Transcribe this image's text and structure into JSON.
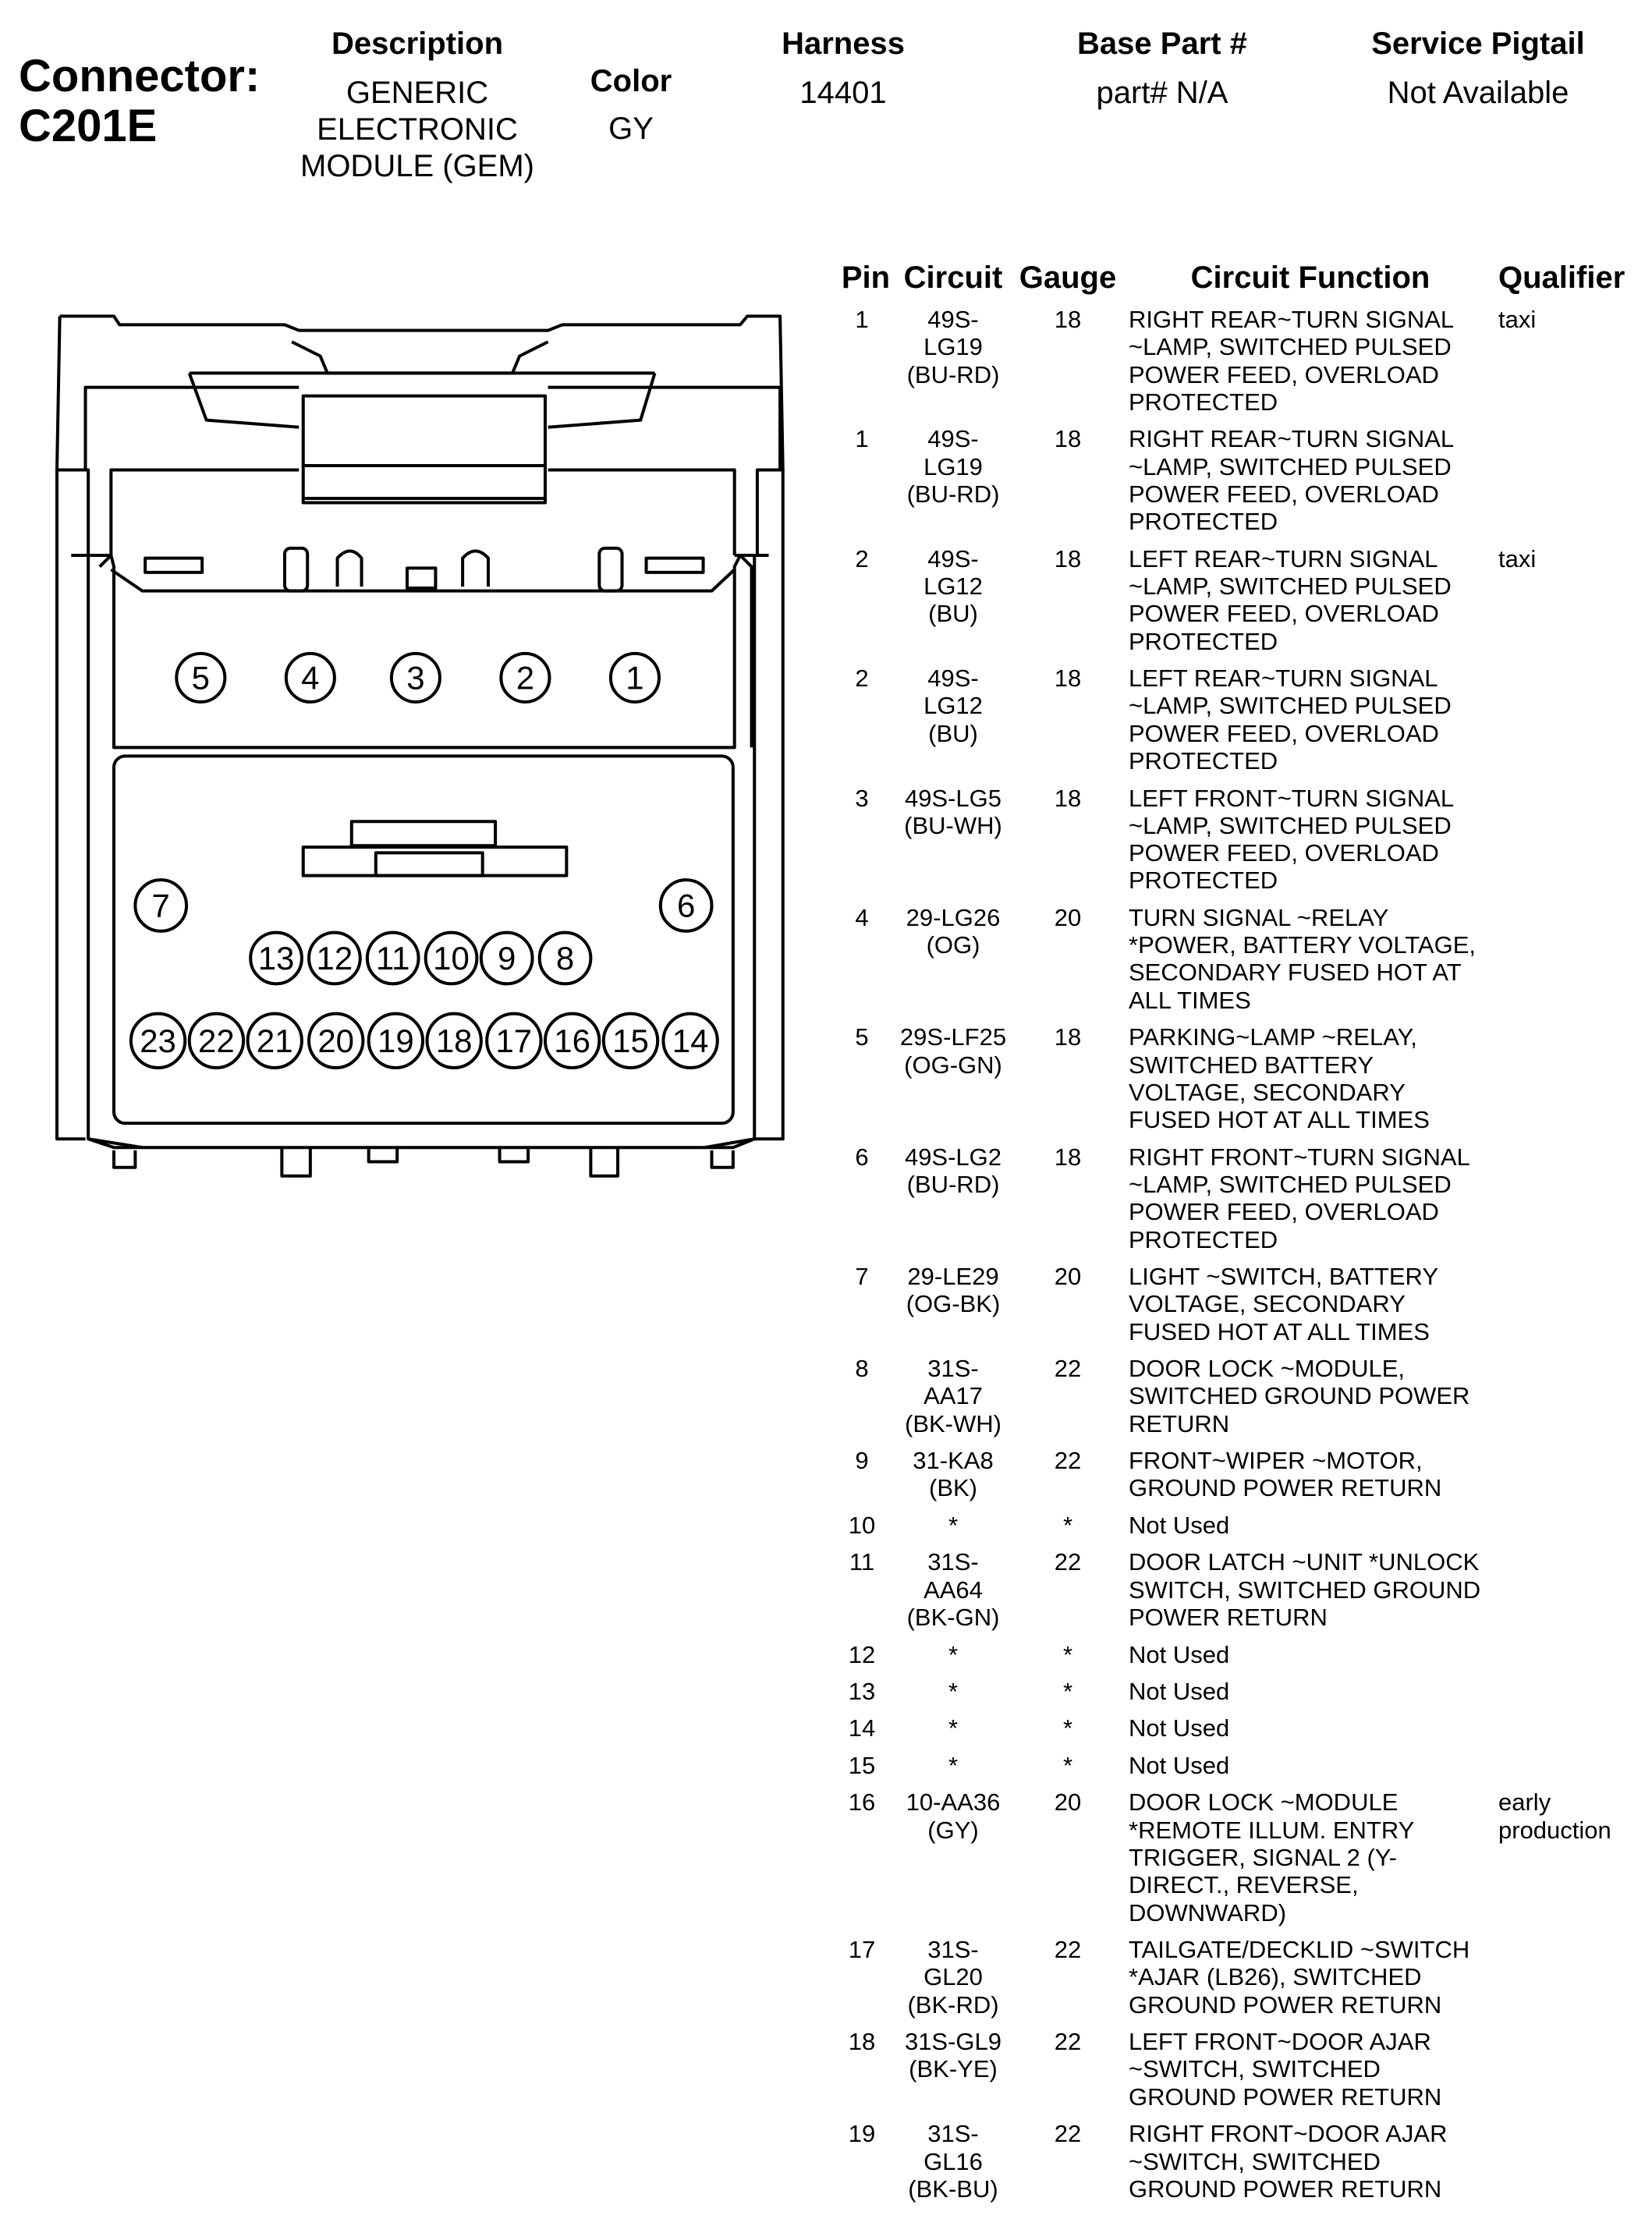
{
  "connector": {
    "label": "Connector:",
    "name": "C201E"
  },
  "info": {
    "description_header": "Description",
    "description_value": "GENERIC\nELECTRONIC\nMODULE (GEM)",
    "color_header": "Color",
    "color_value": "GY",
    "harness_header": "Harness",
    "harness_value": "14401",
    "base_part_header": "Base Part #",
    "base_part_value": "part# N/A",
    "pigtail_header": "Service Pigtail",
    "pigtail_value": "Not Available"
  },
  "diagram": {
    "pins": [
      "1",
      "2",
      "3",
      "4",
      "5",
      "6",
      "7",
      "8",
      "9",
      "10",
      "11",
      "12",
      "13",
      "14",
      "15",
      "16",
      "17",
      "18",
      "19",
      "20",
      "21",
      "22",
      "23"
    ]
  },
  "table": {
    "headers": {
      "pin": "Pin",
      "circuit": "Circuit",
      "gauge": "Gauge",
      "function": "Circuit Function",
      "qualifier": "Qualifier"
    },
    "rows": [
      {
        "pin": "1",
        "circuit": "49S-\nLG19\n(BU-RD)",
        "gauge": "18",
        "function": "RIGHT REAR~TURN SIGNAL\n~LAMP, SWITCHED PULSED\nPOWER FEED, OVERLOAD\nPROTECTED",
        "qualifier": "taxi"
      },
      {
        "pin": "1",
        "circuit": "49S-\nLG19\n(BU-RD)",
        "gauge": "18",
        "function": "RIGHT REAR~TURN SIGNAL\n~LAMP, SWITCHED PULSED\nPOWER FEED, OVERLOAD\nPROTECTED",
        "qualifier": ""
      },
      {
        "pin": "2",
        "circuit": "49S-\nLG12\n(BU)",
        "gauge": "18",
        "function": "LEFT REAR~TURN SIGNAL\n~LAMP, SWITCHED PULSED\nPOWER FEED, OVERLOAD\nPROTECTED",
        "qualifier": "taxi"
      },
      {
        "pin": "2",
        "circuit": "49S-\nLG12\n(BU)",
        "gauge": "18",
        "function": "LEFT REAR~TURN SIGNAL\n~LAMP, SWITCHED PULSED\nPOWER FEED, OVERLOAD\nPROTECTED",
        "qualifier": ""
      },
      {
        "pin": "3",
        "circuit": "49S-LG5\n(BU-WH)",
        "gauge": "18",
        "function": "LEFT FRONT~TURN SIGNAL\n~LAMP, SWITCHED PULSED\nPOWER FEED, OVERLOAD\nPROTECTED",
        "qualifier": ""
      },
      {
        "pin": "4",
        "circuit": "29-LG26\n(OG)",
        "gauge": "20",
        "function": "TURN SIGNAL ~RELAY\n*POWER, BATTERY VOLTAGE,\nSECONDARY FUSED HOT AT\nALL TIMES",
        "qualifier": ""
      },
      {
        "pin": "5",
        "circuit": "29S-LF25\n(OG-GN)",
        "gauge": "18",
        "function": "PARKING~LAMP ~RELAY,\nSWITCHED BATTERY\nVOLTAGE, SECONDARY\nFUSED HOT AT ALL TIMES",
        "qualifier": ""
      },
      {
        "pin": "6",
        "circuit": "49S-LG2\n(BU-RD)",
        "gauge": "18",
        "function": "RIGHT FRONT~TURN SIGNAL\n~LAMP, SWITCHED PULSED\nPOWER FEED, OVERLOAD\nPROTECTED",
        "qualifier": ""
      },
      {
        "pin": "7",
        "circuit": "29-LE29\n(OG-BK)",
        "gauge": "20",
        "function": "LIGHT ~SWITCH, BATTERY\nVOLTAGE, SECONDARY\nFUSED HOT AT ALL TIMES",
        "qualifier": ""
      },
      {
        "pin": "8",
        "circuit": "31S-\nAA17\n(BK-WH)",
        "gauge": "22",
        "function": "DOOR LOCK ~MODULE,\nSWITCHED GROUND POWER\nRETURN",
        "qualifier": ""
      },
      {
        "pin": "9",
        "circuit": "31-KA8\n(BK)",
        "gauge": "22",
        "function": "FRONT~WIPER ~MOTOR,\nGROUND POWER RETURN",
        "qualifier": ""
      },
      {
        "pin": "10",
        "circuit": "*",
        "gauge": "*",
        "function": "Not Used",
        "qualifier": ""
      },
      {
        "pin": "11",
        "circuit": "31S-\nAA64\n(BK-GN)",
        "gauge": "22",
        "function": "DOOR LATCH ~UNIT *UNLOCK\nSWITCH, SWITCHED GROUND\nPOWER RETURN",
        "qualifier": ""
      },
      {
        "pin": "12",
        "circuit": "*",
        "gauge": "*",
        "function": "Not Used",
        "qualifier": ""
      },
      {
        "pin": "13",
        "circuit": "*",
        "gauge": "*",
        "function": "Not Used",
        "qualifier": ""
      },
      {
        "pin": "14",
        "circuit": "*",
        "gauge": "*",
        "function": "Not Used",
        "qualifier": ""
      },
      {
        "pin": "15",
        "circuit": "*",
        "gauge": "*",
        "function": "Not Used",
        "qualifier": ""
      },
      {
        "pin": "16",
        "circuit": "10-AA36\n(GY)",
        "gauge": "20",
        "function": "DOOR LOCK ~MODULE\n*REMOTE ILLUM. ENTRY\nTRIGGER, SIGNAL 2 (Y-\nDIRECT., REVERSE,\nDOWNWARD)",
        "qualifier": "early\nproduction"
      },
      {
        "pin": "17",
        "circuit": "31S-\nGL20\n(BK-RD)",
        "gauge": "22",
        "function": "TAILGATE/DECKLID ~SWITCH\n*AJAR (LB26), SWITCHED\nGROUND POWER RETURN",
        "qualifier": ""
      },
      {
        "pin": "18",
        "circuit": "31S-GL9\n(BK-YE)",
        "gauge": "22",
        "function": "LEFT FRONT~DOOR AJAR\n~SWITCH, SWITCHED\nGROUND POWER RETURN",
        "qualifier": ""
      },
      {
        "pin": "19",
        "circuit": "31S-\nGL16\n(BK-BU)",
        "gauge": "22",
        "function": "RIGHT FRONT~DOOR AJAR\n~SWITCH, SWITCHED\nGROUND POWER RETURN",
        "qualifier": ""
      }
    ]
  }
}
